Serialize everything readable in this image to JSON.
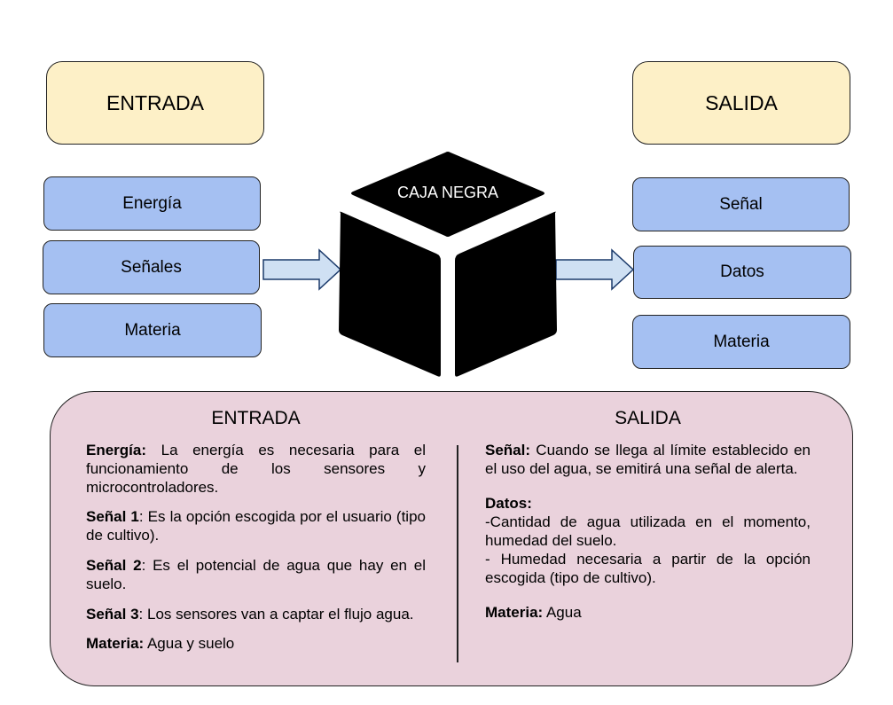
{
  "top": {
    "entrada_label": "ENTRADA",
    "salida_label": "SALIDA",
    "black_box_label": "CAJA NEGRA"
  },
  "inputs": [
    "Energía",
    "Señales",
    "Materia"
  ],
  "outputs": [
    "Señal",
    "Datos",
    "Materia"
  ],
  "colors": {
    "header_fill": "#fdf0c7",
    "item_fill": "#a5c0f2",
    "arrow_fill": "#cfe0f3",
    "panel_fill": "#ead2dc",
    "cube_fill": "#000000"
  },
  "panel": {
    "entrada_title": "ENTRADA",
    "salida_title": "SALIDA",
    "entrada": [
      {
        "term": "Energía:",
        "text": " La energía es necesaria para el funcionamiento de los sensores y microcontroladores."
      },
      {
        "term": "Señal 1",
        "text": ": Es la opción escogida por el usuario (tipo de cultivo)."
      },
      {
        "term": "Señal 2",
        "text": ": Es el potencial de agua que hay en el suelo."
      },
      {
        "term": "Señal 3",
        "text": ": Los sensores van a captar el flujo agua."
      },
      {
        "term": "Materia:",
        "text": " Agua y suelo"
      }
    ],
    "salida": {
      "senal_term": "Señal:",
      "senal_text": " Cuando se llega al límite establecido en el uso del agua, se emitirá una señal de alerta.",
      "datos_term": "Datos:",
      "datos_line1": "-Cantidad de agua utilizada en el momento, humedad del suelo.",
      "datos_line2": "- Humedad necesaria a partir de la opción escogida (tipo de cultivo).",
      "materia_term": "Materia:",
      "materia_text": " Agua"
    }
  }
}
